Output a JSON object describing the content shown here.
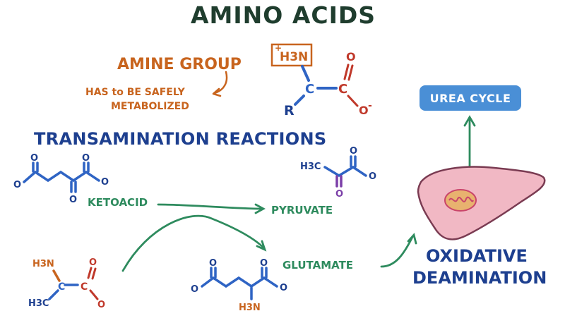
{
  "title": "AMINO ACIDS",
  "amine": {
    "heading": "AMINE GROUP",
    "note_line1": "HAS to BE SAFELY",
    "note_line2": "METABOLIZED"
  },
  "generic_amino_acid": {
    "amine_text": "H3N",
    "alpha_c": "C",
    "r_group": "R",
    "carboxyl_c": "C",
    "carbonyl_o": "O",
    "o_minus": "O",
    "charge": "+",
    "neg": "-"
  },
  "transamination": {
    "heading": "TRANSAMINATION REACTIONS"
  },
  "ketoacid": {
    "label": "KETOACID",
    "o_left": "O",
    "o_left_top": "O",
    "o_ketone": "O",
    "o_right_top": "O",
    "o_right": "O"
  },
  "pyruvate": {
    "label": "PYRUVATE",
    "methyl": "H3C",
    "o_top": "O",
    "o_ketone": "O",
    "o_minus": "O"
  },
  "alanine": {
    "amine": "H3N",
    "c_alpha": "C",
    "c_carboxyl": "C",
    "o_top": "O",
    "o_minus": "O",
    "methyl": "H3C"
  },
  "glutamate": {
    "label": "GLUTAMATE",
    "o_left_top": "O",
    "o_left": "O",
    "o_right_top": "O",
    "o_right": "O",
    "amine": "H3N"
  },
  "urea_cycle": {
    "label": "UREA CYCLE"
  },
  "oxidative": {
    "line1": "OXIDATIVE",
    "line2": "DEAMINATION"
  },
  "colors": {
    "title": "#1f3d2e",
    "amine_orange": "#c8641e",
    "navy": "#1d3f8f",
    "blue": "#2f64c4",
    "red": "#c0392b",
    "green": "#2e8b5e",
    "urea_blue": "#4a8fd6",
    "liver_fill": "#f1b8c4",
    "liver_stroke": "#7a3b52",
    "mito": "#c9456a"
  }
}
